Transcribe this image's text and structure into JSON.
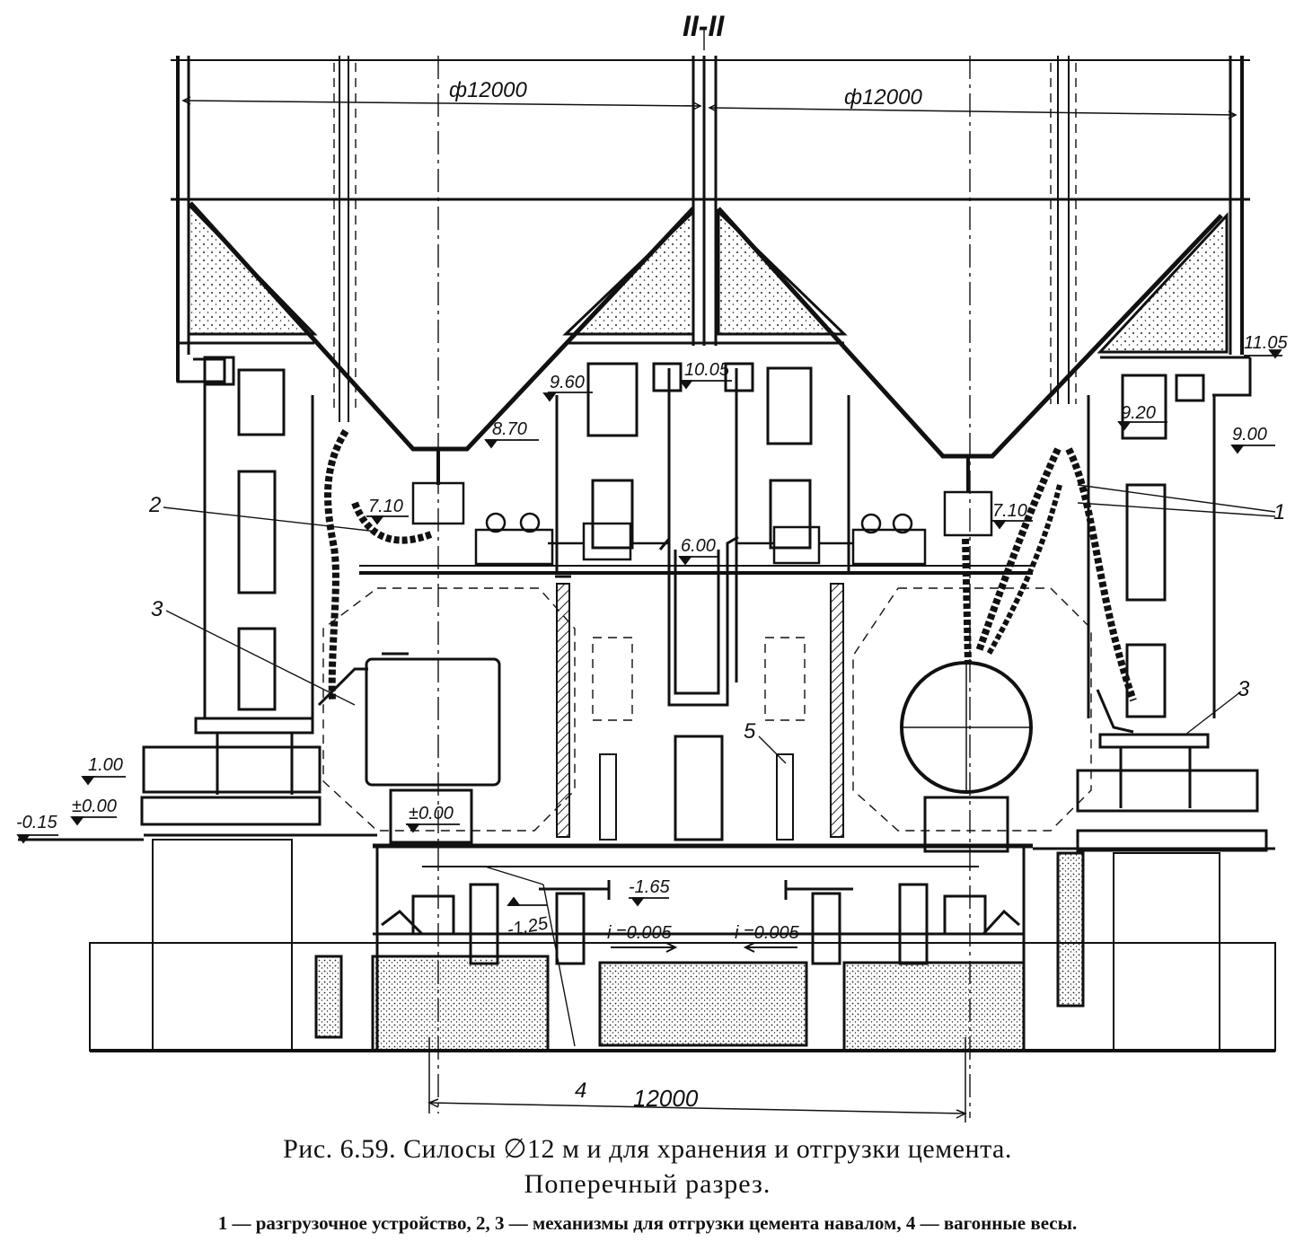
{
  "section_mark": "II-II",
  "dimensions": {
    "silo_diameter_left": "ф12000",
    "silo_diameter_right": "ф12000",
    "span_bottom": "12000"
  },
  "elevations": {
    "e_11_05": "11.05",
    "e_10_05": "10.05",
    "e_9_60": "9.60",
    "e_9_20": "9.20",
    "e_9_00": "9.00",
    "e_8_70": "8.70",
    "e_7_10_left": "7.10",
    "e_7_10_right": "7.10",
    "e_6_00": "6.00",
    "e_1_00": "1.00",
    "e_0_00_left": "±0.00",
    "e_0_00_mid": "±0.00",
    "e_minus_0_15": "-0.15",
    "e_minus_1_25": "-1.25",
    "e_minus_1_65": "-1.65"
  },
  "slopes": {
    "left": "i =0.005",
    "right": "i =0.005"
  },
  "callouts": {
    "c1": "1",
    "c2": "2",
    "c3_left": "3",
    "c3_right": "3",
    "c4": "4",
    "c5": "5"
  },
  "caption": {
    "line1": "Рис. 6.59. Силосы ∅12 м и для хранения и отгрузки цемента.",
    "line2": "Поперечный разрез.",
    "legend": "1 — разгрузочное  устройство, 2, 3 — механизмы для отгрузки цемента навалом, 4 — вагонные весы."
  }
}
